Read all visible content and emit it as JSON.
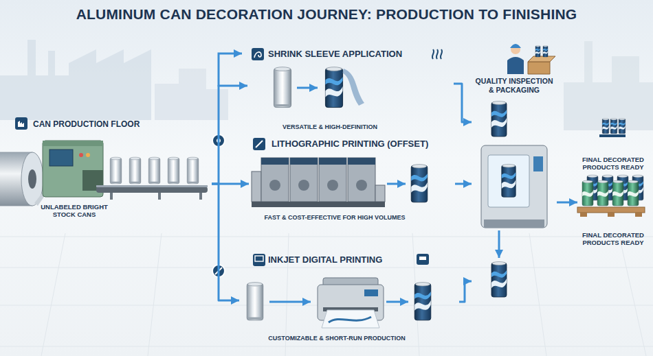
{
  "diagram": {
    "title": "ALUMINUM CAN DECORATION JOURNEY: PRODUCTION TO FINISHING",
    "nodes": [
      {
        "text": [
          "CAN PRODUCTION FLOOR",
          "UNLABELED BRIGHT STOCK CANS"
        ]
      },
      {
        "text": [
          "SHRINK SLEEVE APPLICATION",
          "VERSATILE & HIGH-DEFINITION"
        ]
      },
      {
        "text": [
          "LITHOGRAPHIC PRINTING (OFFSET)",
          "FAST & COST-EFFECTIVE FOR HIGH VOLUMES"
        ]
      },
      {
        "text": [
          "INKJET DIGITAL PRINTING",
          "CUSTOMIZABLE & SHORT-RUN PRODUCTION"
        ]
      },
      {
        "text": [
          "QUALITY INSPECTION & PACKAGING"
        ]
      },
      {
        "text": [
          "FINAL DECORATED PRODUCTS READY",
          "FINAL DECORATED PRODUCTS READY"
        ]
      }
    ],
    "edges": [
      {
        "from": 0,
        "to": 1,
        "arrow": "to"
      },
      {
        "from": 0,
        "to": 2,
        "arrow": "to"
      },
      {
        "from": 0,
        "to": 3,
        "arrow": "to"
      },
      {
        "from": 1,
        "to": 4,
        "arrow": "to"
      },
      {
        "from": 2,
        "to": 4,
        "arrow": "to"
      },
      {
        "from": 3,
        "to": 4,
        "arrow": "to"
      },
      {
        "from": 4,
        "to": 5,
        "arrow": "to"
      }
    ]
  }
}
